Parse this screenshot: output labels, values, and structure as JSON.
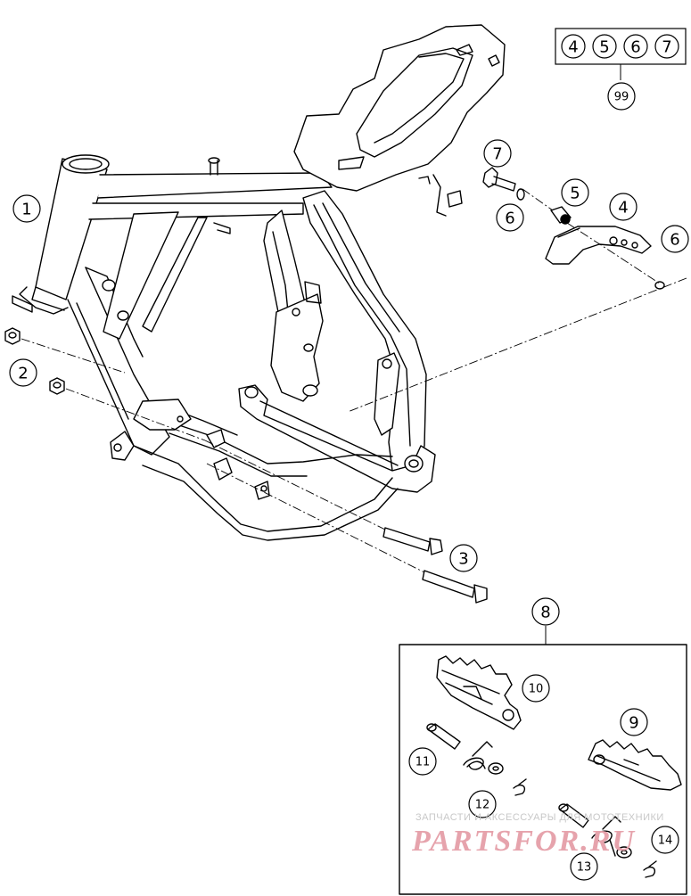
{
  "callouts": {
    "c1": "1",
    "c2": "2",
    "c3": "3",
    "c4": "4",
    "c5": "5",
    "c6a": "6",
    "c6b": "6",
    "c7": "7",
    "c8": "8",
    "c9": "9",
    "c10": "10",
    "c11": "11",
    "c12": "12",
    "c13": "13",
    "c14": "14"
  },
  "kit": {
    "items": [
      "4",
      "5",
      "6",
      "7"
    ],
    "ref": "99"
  },
  "watermark": {
    "tagline": "ЗАПЧАСТИ И АКСЕССУАРЫ ДЛЯ МОТОТЕХНИКИ",
    "brand": "PARTSFOR.RU"
  }
}
